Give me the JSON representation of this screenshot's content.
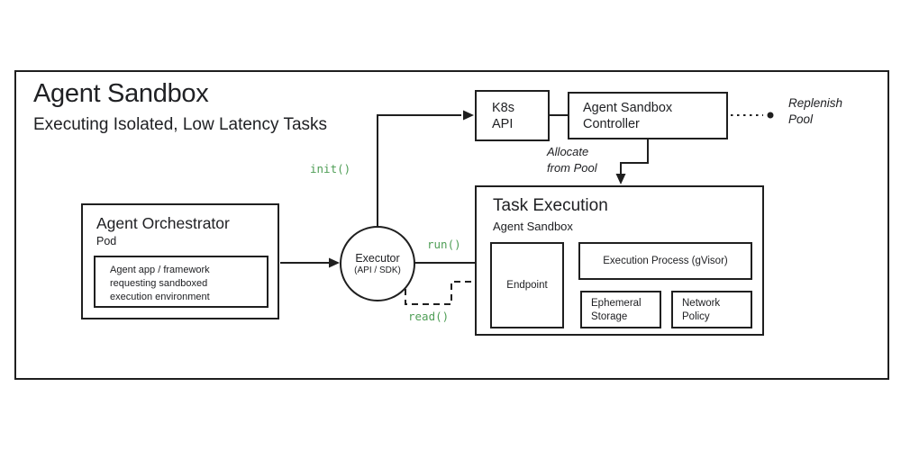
{
  "page": {
    "title": "Agent Sandbox",
    "subtitle": "Executing Isolated, Low Latency Tasks"
  },
  "colors": {
    "ink": "#202124",
    "line": "#1f1f1f",
    "accent_green": "#4f9e56"
  },
  "orchestrator": {
    "title": "Agent Orchestrator",
    "subtitle": "Pod",
    "description": "Agent app / framework\nrequesting sandboxed\nexecution environment"
  },
  "executor": {
    "title": "Executor",
    "subtitle": "(API / SDK)"
  },
  "k8s_api": {
    "label": "K8s\nAPI"
  },
  "controller": {
    "label": "Agent Sandbox\nController"
  },
  "task_execution": {
    "title": "Task Execution",
    "subtitle": "Agent Sandbox",
    "endpoint_label": "Endpoint",
    "execution_process_label": "Execution Process (gVisor)",
    "ephemeral_storage_label": "Ephemeral\nStorage",
    "network_policy_label": "Network\nPolicy"
  },
  "labels": {
    "init": "init()",
    "run": "run()",
    "read": "read()",
    "allocate": "Allocate\nfrom Pool",
    "replenish": "Replenish\nPool"
  }
}
